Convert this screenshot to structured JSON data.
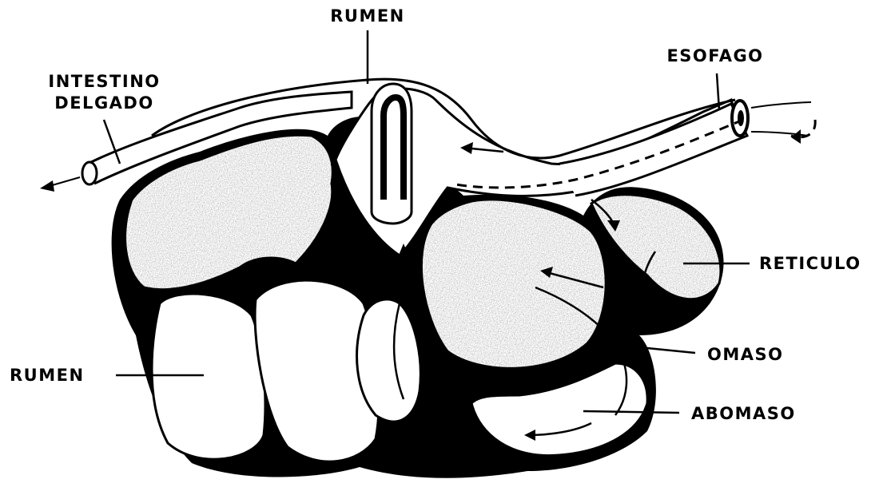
{
  "labels": {
    "rumen_top": "RUMEN",
    "esofago": "ESOFAGO",
    "intestino_line1": "INTESTINO",
    "intestino_line2": "DELGADO",
    "reticulo": "RETICULO",
    "omaso": "OMASO",
    "abomaso": "ABOMASO",
    "rumen_left": "RUMEN"
  }
}
